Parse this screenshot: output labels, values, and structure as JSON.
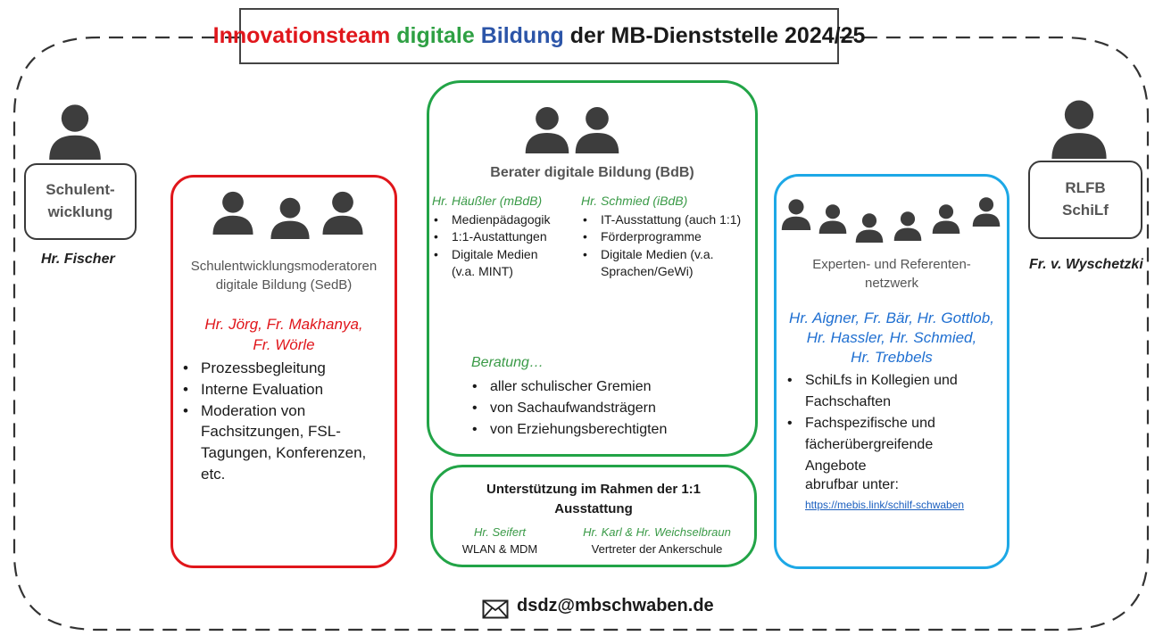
{
  "header": {
    "title_w1": "Innovationsteam",
    "title_w2": "digitale",
    "title_w3": "Bildung",
    "title_rest": "der MB-Dienststelle 2024/25"
  },
  "left_unit": {
    "box_line1": "Schulent-",
    "box_line2": "wicklung",
    "person": "Hr. Fischer"
  },
  "right_unit": {
    "box_line1": "RLFB",
    "box_line2": "SchiLf",
    "person": "Fr. v. Wyschetzki"
  },
  "sedb": {
    "heading_line1": "Schulentwicklungsmoderatoren",
    "heading_line2": "digitale Bildung (SedB)",
    "names_line1": "Hr. Jörg, Fr. Makhanya,",
    "names_line2": "Fr. Wörle",
    "items": [
      "Prozessbegleitung",
      "Interne Evaluation",
      "Moderation von Fachsitzungen, FSL-Tagungen, Konferenzen, etc."
    ]
  },
  "bdb": {
    "heading": "Berater digitale Bildung (BdB)",
    "col1_name": "Hr. Häußler (mBdB)",
    "col1_items": [
      "Medienpädagogik",
      "1:1-Austattungen",
      "Digitale Medien (v.a. MINT)"
    ],
    "col2_name": "Hr. Schmied (iBdB)",
    "col2_items": [
      "IT-Ausstattung (auch 1:1)",
      "Förderprogramme",
      "Digitale Medien (v.a. Sprachen/GeWi)"
    ],
    "beratung_label": "Beratung…",
    "beratung_items": [
      "aller schulischer Gremien",
      "von Sachaufwandsträgern",
      "von Erziehungsberechtigten"
    ]
  },
  "support": {
    "heading_line1": "Unterstützung im Rahmen der 1:1",
    "heading_line2": "Ausstattung",
    "left_name": "Hr. Seifert",
    "left_text": "WLAN & MDM",
    "right_name": "Hr. Karl & Hr. Weichselbraun",
    "right_text": "Vertreter der Ankerschule"
  },
  "experts": {
    "heading_line1": "Experten- und Referenten-",
    "heading_line2": "netzwerk",
    "names_line1": "Hr. Aigner, Fr. Bär, Hr. Gottlob,",
    "names_line2": "Hr. Hassler, Hr. Schmied,",
    "names_line3": "Hr. Trebbels",
    "items": [
      "SchiLfs in Kollegien und Fachschaften",
      "Fachspezifische und fächerübergreifende Angebote"
    ],
    "available_text": "abrufbar unter:",
    "link_text": "https://mebis.link/schilf-schwaben"
  },
  "footer": {
    "email": "dsdz@mbschwaben.de"
  },
  "icons": {
    "person": "person-icon",
    "email": "envelope-icon"
  },
  "colors": {
    "sedb_border": "#e0161b",
    "bdb_border": "#22a447",
    "experts_border": "#1da8e6",
    "names_red": "#e0161b",
    "names_green": "#3a9a47",
    "names_blue": "#1f6fd1"
  }
}
